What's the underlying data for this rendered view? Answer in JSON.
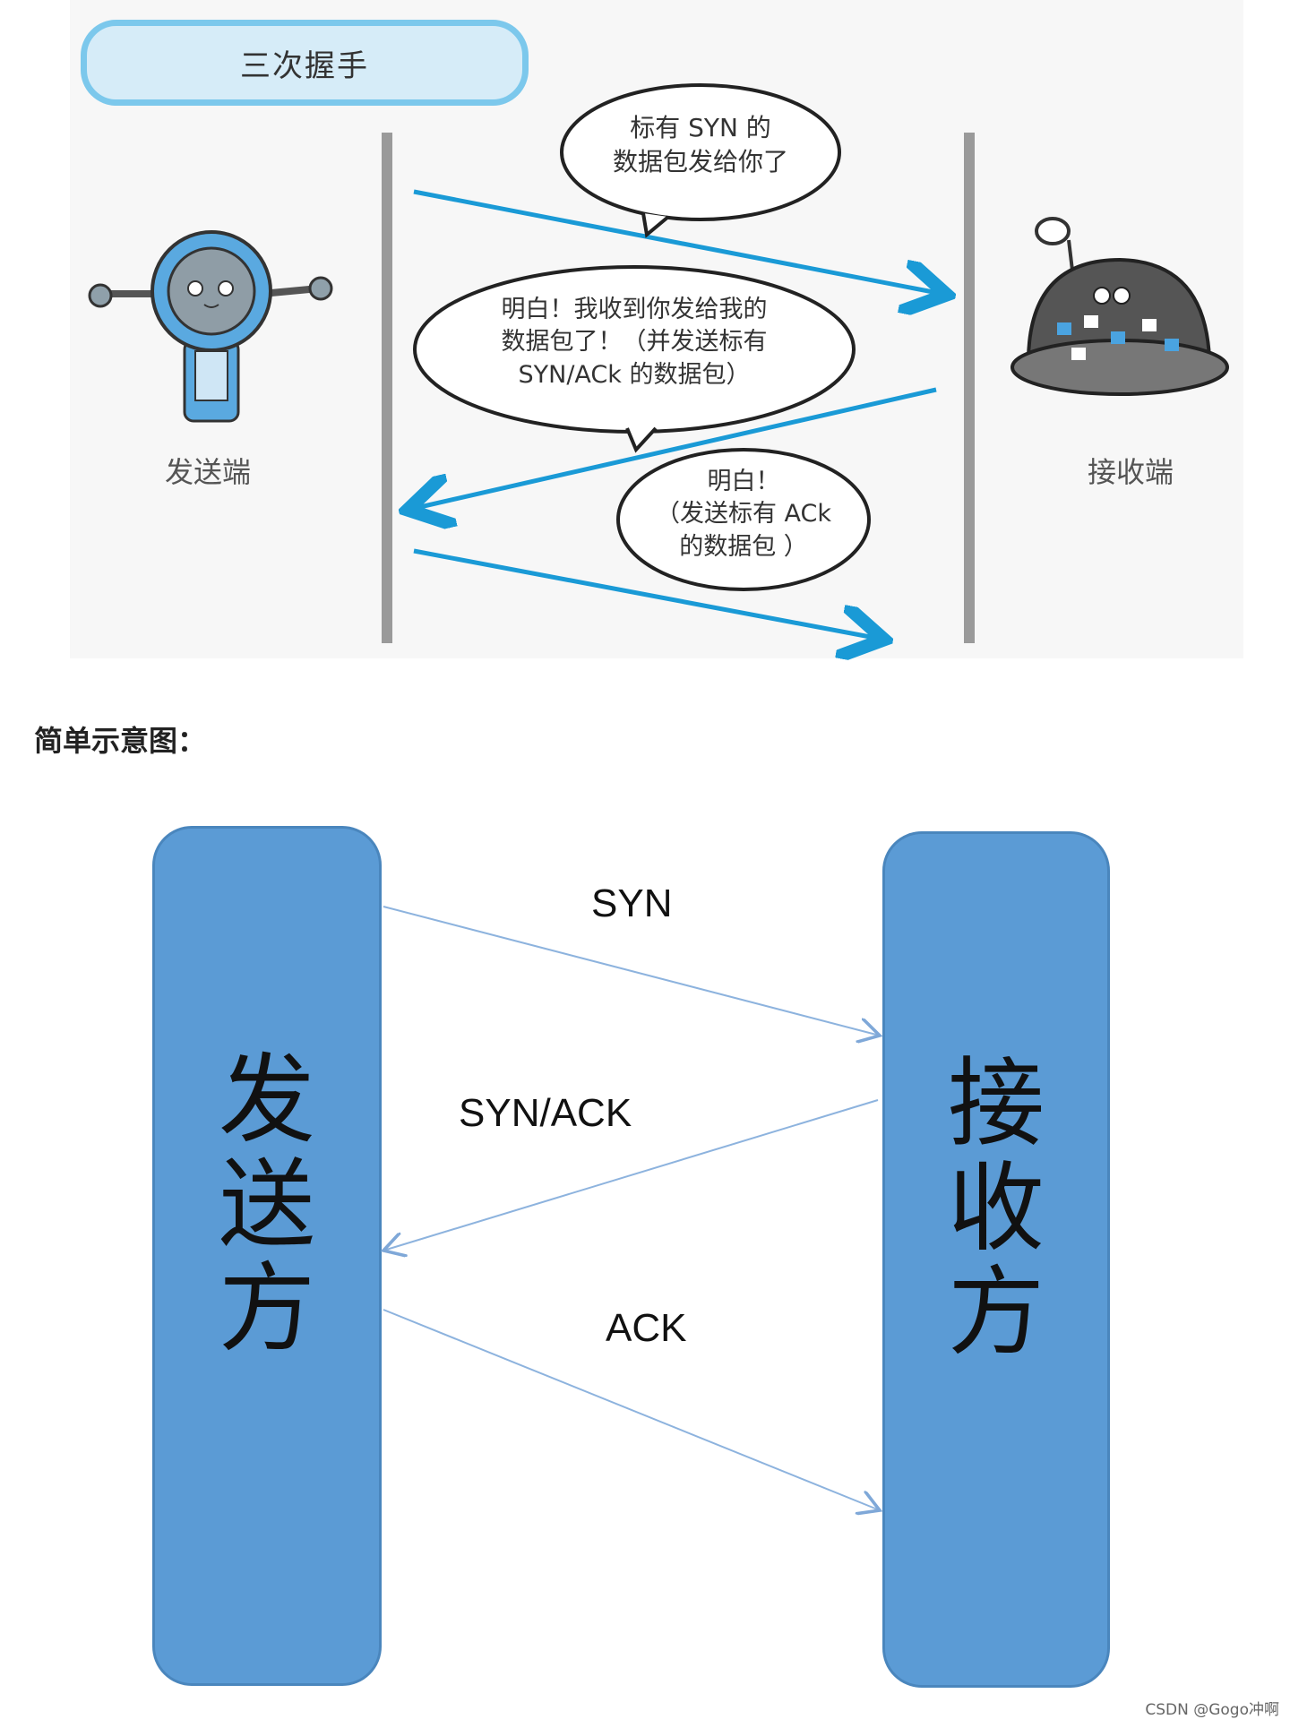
{
  "top_diagram": {
    "title": "三次握手",
    "sender_label": "发送端",
    "receiver_label": "接收端",
    "bubble_syn": "标有 SYN 的\n数据包发给你了",
    "bubble_synack": "明白！我收到你发给我的\n数据包了！（并发送标有\nSYN/ACk 的数据包）",
    "bubble_ack": "明白！\n（发送标有 ACk\n的数据包 ）",
    "arrow_color": "#1a9ad6"
  },
  "caption": "简单示意图：",
  "simple_diagram": {
    "sender": "发\n送\n方",
    "receiver": "接\n收\n方",
    "messages": [
      "SYN",
      "SYN/ACK",
      "ACK"
    ],
    "box_color": "#5b9bd5"
  },
  "watermark": "CSDN @Gogo冲啊"
}
